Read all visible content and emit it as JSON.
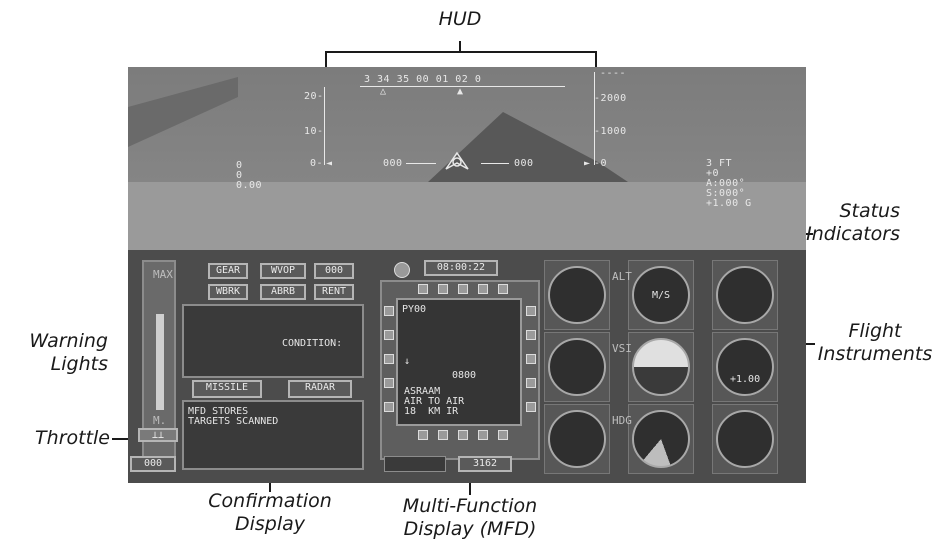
{
  "callouts": {
    "hud": "HUD",
    "status_indicators": [
      "Status",
      "Indicators"
    ],
    "flight_instruments": [
      "Flight",
      "Instruments"
    ],
    "warning_lights": [
      "Warning",
      "Lights"
    ],
    "throttle": "Throttle",
    "confirmation_display": [
      "Confirmation",
      "Display"
    ],
    "mfd": [
      "Multi-Function",
      "Display (MFD)"
    ]
  },
  "hud": {
    "heading_tape": "3  34  35  00  01  02  0",
    "dashes": "----",
    "pitch_left": [
      "20-",
      "10-",
      "0-"
    ],
    "alt_right": [
      "-2000",
      "-1000",
      "-0"
    ],
    "speed_left": "000",
    "speed_right": "000",
    "left_readout": [
      "0",
      "0",
      "0.00"
    ],
    "right_readout": [
      "3 FT",
      "+0",
      "A:000°",
      "S:000°",
      "+1.00 G"
    ]
  },
  "cockpit": {
    "throttle_label_top": "MAX",
    "throttle_label_bottom": "M.",
    "throttle_value": "000",
    "status_buttons": [
      "GEAR",
      "WVOP",
      "000",
      "WBRK",
      "ABRB",
      "RENT"
    ],
    "condition_label": "CONDITION:",
    "missile_button": "MISSILE",
    "radar_button": "RADAR",
    "confirmation_text": [
      "MFD STORES",
      "TARGETS SCANNED"
    ],
    "clock": "08:00:22",
    "mfd_header": "PY00",
    "mfd_value": "0800",
    "mfd_weapon": [
      "ASRAAM",
      "AIR TO AIR",
      "18  KM IR"
    ],
    "mfd_bottom": "3162",
    "gauge_texts": [
      "M/S",
      "+1.00"
    ],
    "side_labels": [
      "ALT",
      "VSI",
      "HDG"
    ]
  }
}
